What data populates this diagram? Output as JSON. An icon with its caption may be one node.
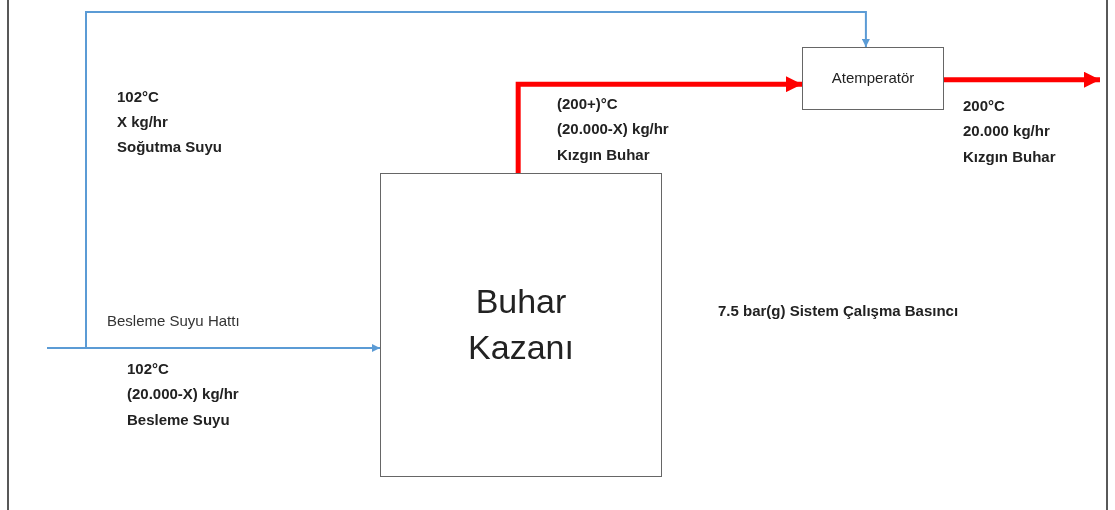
{
  "diagram": {
    "nodes": [
      {
        "text": [
          "Buhar Kazanı"
        ]
      },
      {
        "text": [
          "Atemperatör"
        ]
      }
    ],
    "edges": [
      {
        "from": null,
        "to": 0,
        "arrow": "to",
        "label": "Besleme Suyu Hattı",
        "color": "#5b9bd5"
      },
      {
        "from": null,
        "to": 1,
        "arrow": "to",
        "color": "#5b9bd5"
      },
      {
        "from": 0,
        "to": 1,
        "arrow": "to",
        "style": "thick",
        "color": "#ff0000"
      },
      {
        "from": 1,
        "to": null,
        "arrow": "to",
        "style": "thick",
        "color": "#ff0000"
      }
    ],
    "labels": [
      "102°C",
      "X kg/hr",
      "Soğutma Suyu",
      "(200+)°C",
      "(20.000-X) kg/hr",
      "Kızgın Buhar",
      "200°C",
      "20.000 kg/hr",
      "Kızgın Buhar",
      "7.5 bar(g) Sistem Çalışma Basıncı",
      "102°C",
      "(20.000-X) kg/hr",
      "Besleme Suyu"
    ]
  }
}
